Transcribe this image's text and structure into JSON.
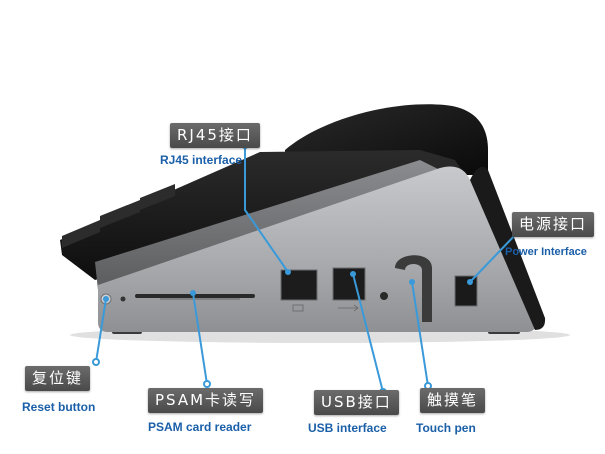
{
  "callouts": {
    "rj45": {
      "cn": "RJ45接口",
      "en": "RJ45 interface"
    },
    "power": {
      "cn": "电源接口",
      "en": "Power Interface"
    },
    "reset": {
      "cn": "复位键",
      "en": "Reset button"
    },
    "psam": {
      "cn": "PSAM卡读写",
      "en": "PSAM card reader"
    },
    "usb": {
      "cn": "USB接口",
      "en": "USB interface"
    },
    "pen": {
      "cn": "触摸笔",
      "en": "Touch pen"
    }
  },
  "colors": {
    "label_bg": "#555555",
    "caption": "#1a5fa8",
    "leader_line": "#3a9ad9",
    "device_body": "#a9abae",
    "device_top": "#1b1b1b"
  }
}
